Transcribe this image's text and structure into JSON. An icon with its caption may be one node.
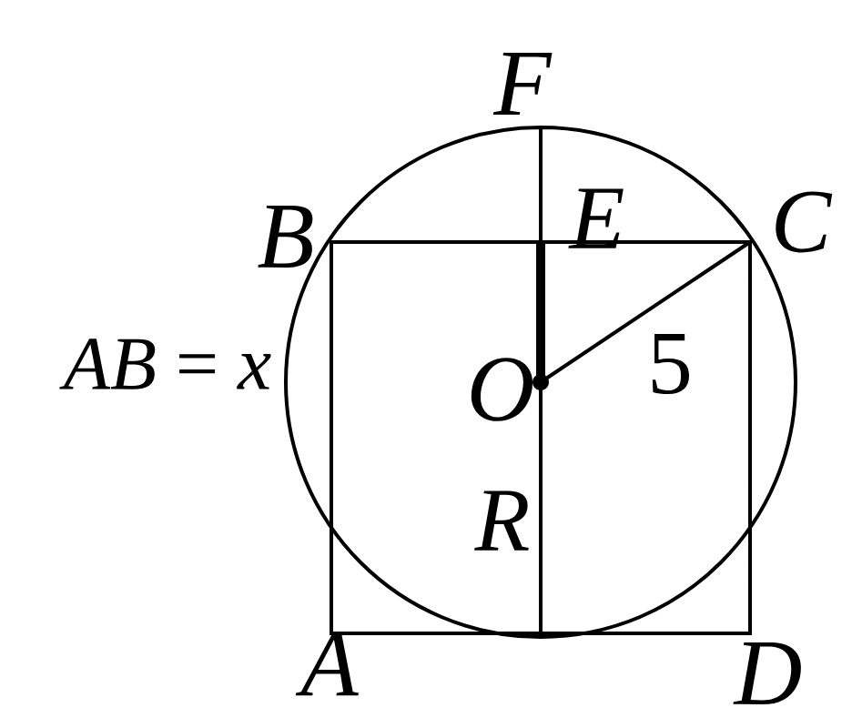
{
  "diagram": {
    "labels": [
      "F",
      "B",
      "E",
      "C",
      "*AB* = *x*",
      "O",
      "5",
      "R",
      "A",
      "D"
    ]
  }
}
